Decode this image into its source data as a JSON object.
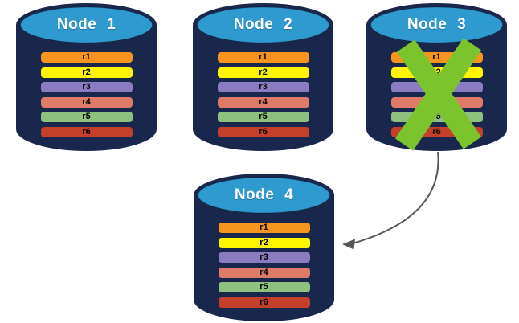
{
  "colors": {
    "background": "#ffffff",
    "cylinder_body": "#18274B",
    "cylinder_top": "#2F9ACF",
    "node_label_text": "#FFFFFF",
    "row_label_text": "#000000",
    "x_mark": "#7CC42D",
    "arrow": "#575757"
  },
  "nodes": [
    {
      "label": "Node 1",
      "failed": false,
      "rows": [
        {
          "label": "r1",
          "color": "#F7941D"
        },
        {
          "label": "r2",
          "color": "#FFF500"
        },
        {
          "label": "r3",
          "color": "#8B7CC2"
        },
        {
          "label": "r4",
          "color": "#DD7B68"
        },
        {
          "label": "r5",
          "color": "#8EC17E"
        },
        {
          "label": "r6",
          "color": "#C4402B"
        }
      ]
    },
    {
      "label": "Node 2",
      "failed": false,
      "rows": [
        {
          "label": "r1",
          "color": "#F7941D"
        },
        {
          "label": "r2",
          "color": "#FFF500"
        },
        {
          "label": "r3",
          "color": "#8B7CC2"
        },
        {
          "label": "r4",
          "color": "#DD7B68"
        },
        {
          "label": "r5",
          "color": "#8EC17E"
        },
        {
          "label": "r6",
          "color": "#C4402B"
        }
      ]
    },
    {
      "label": "Node 3",
      "failed": true,
      "rows": [
        {
          "label": "r1",
          "color": "#F7941D"
        },
        {
          "label": "r2",
          "color": "#FFF500"
        },
        {
          "label": "r3",
          "color": "#8B7CC2"
        },
        {
          "label": "r4",
          "color": "#DD7B68"
        },
        {
          "label": "r5",
          "color": "#8EC17E"
        },
        {
          "label": "r6",
          "color": "#C4402B"
        }
      ]
    },
    {
      "label": "Node 4",
      "failed": false,
      "rows": [
        {
          "label": "r1",
          "color": "#F7941D"
        },
        {
          "label": "r2",
          "color": "#FFF500"
        },
        {
          "label": "r3",
          "color": "#8B7CC2"
        },
        {
          "label": "r4",
          "color": "#DD7B68"
        },
        {
          "label": "r5",
          "color": "#8EC17E"
        },
        {
          "label": "r6",
          "color": "#C4402B"
        }
      ]
    }
  ],
  "arrow": {
    "from": "Node 3",
    "to": "Node 4"
  }
}
